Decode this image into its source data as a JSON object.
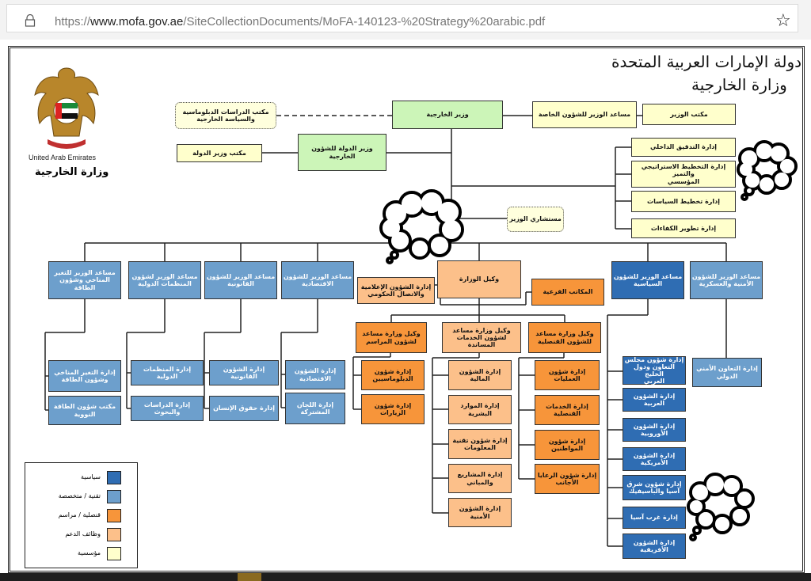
{
  "browser": {
    "url_prefix": "https://",
    "url_host": "www.mofa.gov.ae",
    "url_path": "/SiteCollectionDocuments/MoFA-140123-%20Strategy%20arabic.pdf"
  },
  "header": {
    "country": "دولة الإمارات العربية المتحدة",
    "ministry": "وزارة الخارجية",
    "emblem_en": "United Arab Emirates",
    "emblem_ar": "وزارة الخارجية"
  },
  "boxes": {
    "minister": "وزير الخارجية",
    "special_affairs_assistant": "مساعد الوزير للشؤون الخاصة",
    "minister_office": "مكتب الوزير",
    "diplomatic_studies": "مكتب الدراسات الدبلوماسية\nوالسياسة الخارجية",
    "minister_of_state": "وزير الدولة للشؤون\nالخارجية",
    "minister_of_state_office": "مكتب وزير الدولة",
    "internal_audit": "إدارة التدقيق الداخلي",
    "strategic_planning": "إدارة التخطيط الاستراتيجي والتميز\nالمؤسسي",
    "policy_planning": "إدارة تخطيط السياسات",
    "competency_development": "إدارة تطوير الكفاءات",
    "minister_advisor": "مستشاري الوزير",
    "asst_climate": "مساعد الوزير للتغير\nالمناخي وشؤون الطاقة",
    "asst_intl_orgs": "مساعد الوزير لشؤون\nالمنظمات الدولية",
    "asst_legal": "مساعد الوزير للشؤون\nالقانونية",
    "asst_economic": "مساعد الوزير للشؤون\nالاقتصادية",
    "undersecretary": "وكيل الوزارة",
    "media_dept": "إدارة الشؤون الإعلامية\nوالاتصال الحكومي",
    "branch_offices": "المكاتب الفرعية",
    "asst_political": "مساعد الوزير للشؤون\nالسياسية",
    "asst_security": "مساعد الوزير للشؤون\nالأمنية والعسكرية",
    "usec_protocol": "وكيل وزارة مساعد\nلشؤون المراسم",
    "usec_support": "وكيل وزارة مساعد\nلشؤون الخدمات المساندة",
    "usec_consular": "وكيل وزارة مساعد\nللشؤون القنصلية",
    "climate_dept": "إدارة التغير المناخي\nوشؤون الطاقة",
    "nuclear_office": "مكتب شؤون الطاقة\nالنووية",
    "intl_orgs_dept": "إدارة المنظمات الدولية",
    "studies_dept": "إدارة الدراسات والبحوث",
    "legal_dept": "إدارة الشؤون القانونية",
    "human_rights_dept": "إدارة حقوق الإنسان",
    "economic_dept": "إدارة الشؤون\nالاقتصادية",
    "joint_committees": "إدارة اللجان\nالمشتركة",
    "diplomats_dept": "إدارة شؤون\nالدبلوماسيين",
    "visits_dept": "إدارة شؤون الزيارات",
    "finance_dept": "إدارة الشؤون المالية",
    "hr_dept": "إدارة الموارد\nالبشرية",
    "it_dept": "إدارة شؤون تقنية\nالمعلومات",
    "projects_dept": "إدارة المشاريع\nوالمباني",
    "security_affairs_dept": "إدارة الشؤون الأمنية",
    "operations_dept": "إدارة شؤون\nالعمليات",
    "consular_services": "إدارة الخدمات\nالقنصلية",
    "citizens_dept": "إدارة شؤون\nالمواطنين",
    "foreign_nationals": "إدارة شؤون الرعايا\nالأجانب",
    "gcc_dept": "إدارة شؤون مجلس\nالتعاون ودول الخليج\nالعربي",
    "arab_dept": "إدارة الشؤون\nالعربية",
    "europe_dept": "إدارة الشؤون\nالأوروبية",
    "americas_dept": "إدارة الشؤون\nالأمريكية",
    "east_asia_dept": "إدارة شؤون شرق\nآسيا والباسيفيك",
    "west_asia_dept": "إدارة غرب آسيا",
    "africa_dept": "إدارة الشؤون\nالأفريقية",
    "intl_security_coop": "إدارة التعاون الأمني\nالدولي"
  },
  "legend": [
    {
      "label": "سياسية",
      "color": "#2f6db3"
    },
    {
      "label": "تقنية / متخصصة",
      "color": "#6d9fcc"
    },
    {
      "label": "قنصلية / مراسم",
      "color": "#f7953a"
    },
    {
      "label": "وظائف الدعم",
      "color": "#fcc08a"
    },
    {
      "label": "مؤسسية",
      "color": "#ffffcc"
    }
  ]
}
